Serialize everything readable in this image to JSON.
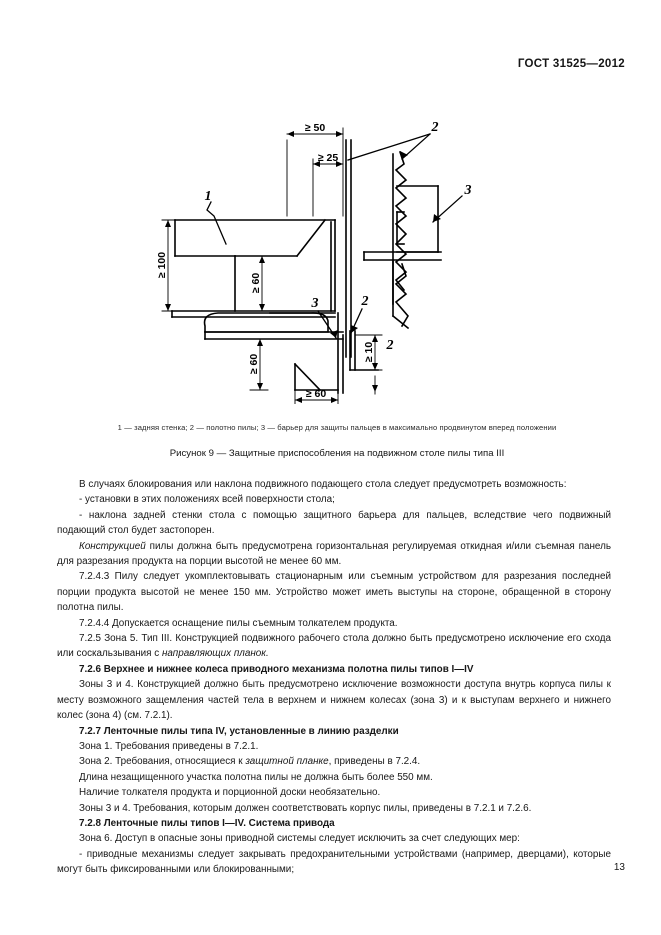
{
  "document": {
    "standard_header": "ГОСТ 31525—2012",
    "page_number": "13"
  },
  "figure": {
    "legend": "1 — задняя стенка; 2 — полотно пилы; 3 — барьер для защиты пальцев в максимально продвинутом вперед положении",
    "caption": "Рисунок 9 — Защитные приспособления на подвижном столе пилы типа III",
    "callouts": {
      "c1": "1",
      "c2_top": "2",
      "c2_bottom": "2",
      "c3_right": "3",
      "c3_lower": "3",
      "c2_lower": "2"
    },
    "dimensions": {
      "top_width": "≥ 50",
      "inner_width": "≥ 25",
      "left_height": "≥ 100",
      "inner_height": "≥ 60",
      "lower_height": "≥ 60",
      "lower_width": "≥ 60",
      "lower_gap": "≥ 10"
    }
  },
  "body": {
    "p1": "В случаях блокирования или наклона подвижного подающего стола следует предусмотреть возможность:",
    "p2": "- установки в этих положениях всей поверхности стола;",
    "p3": "- наклона задней стенки стола с помощью защитного барьера для пальцев, вследствие чего подвижный подающий стол будет застопорен.",
    "p4_italic": "Конструкцией",
    "p4_rest": " пилы должна быть предусмотрена горизонтальная регулируемая откидная и/или съемная панель для разрезания продукта на порции высотой не менее 60 мм.",
    "p5": "7.2.4.3 Пилу следует укомплектовывать стационарным или съемным устройством для разрезания последней порции продукта высотой не менее 150 мм. Устройство может иметь выступы на стороне, обращенной в сторону полотна пилы.",
    "p6": "7.2.4.4 Допускается оснащение пилы съемным толкателем продукта.",
    "p7_start": "7.2.5 Зона 5. Тип III. Конструкцией подвижного рабочего стола должно быть предусмотрено исключение его схода или соскальзывания с ",
    "p7_italic": "направляющих планок.",
    "h1": "7.2.6 Верхнее и нижнее колеса приводного механизма полотна пилы типов I—IV",
    "p8": "Зоны 3 и 4. Конструкцией должно быть предусмотрено исключение возможности доступа внутрь корпуса пилы к месту возможного защемления частей тела в верхнем и нижнем колесах (зона 3) и к выступам верхнего и нижнего колес (зона 4) (см. 7.2.1).",
    "h2": "7.2.7 Ленточные пилы типа IV, установленные в линию разделки",
    "p9": "Зона 1. Требования приведены в 7.2.1.",
    "p10_start": "Зона 2. Требования, относящиеся к ",
    "p10_italic": "защитной планке",
    "p10_end": ", приведены в 7.2.4.",
    "p11": "Длина незащищенного участка полотна пилы не должна быть более 550 мм.",
    "p12": "Наличие толкателя продукта и порционной доски необязательно.",
    "p13": "Зоны 3 и 4. Требования, которым должен соответствовать корпус пилы, приведены в 7.2.1 и 7.2.6.",
    "h3": "7.2.8 Ленточные пилы типов I—IV. Система привода",
    "p14": "Зона 6. Доступ в опасные зоны приводной системы следует исключить за счет следующих мер:",
    "p15": "- приводные механизмы следует закрывать предохранительными устройствами (например, дверцами), которые могут быть фиксированными или блокированными;"
  },
  "colors": {
    "ink": "#171717",
    "line": "#000000",
    "paper": "#ffffff"
  }
}
